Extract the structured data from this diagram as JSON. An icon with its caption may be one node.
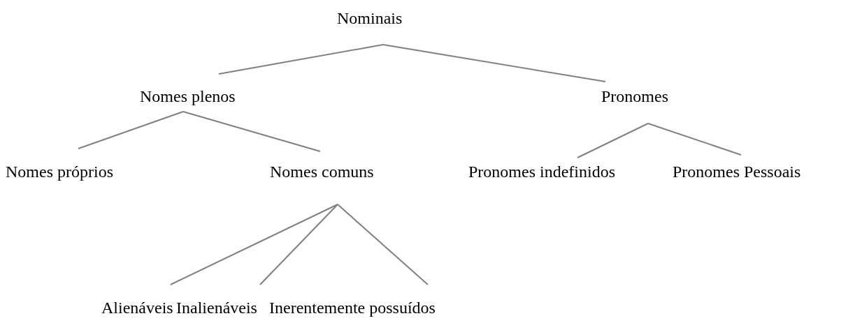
{
  "diagram": {
    "nodes": [
      {
        "text": [
          "Nominais"
        ]
      },
      {
        "text": [
          "Nomes plenos"
        ]
      },
      {
        "text": [
          "Pronomes"
        ]
      },
      {
        "text": [
          "Nomes próprios"
        ]
      },
      {
        "text": [
          "Nomes comuns"
        ]
      },
      {
        "text": [
          "Pronomes indefinidos"
        ]
      },
      {
        "text": [
          "Pronomes Pessoais"
        ]
      },
      {
        "text": [
          "Alienáveis"
        ]
      },
      {
        "text": [
          "Inalienáveis"
        ]
      },
      {
        "text": [
          "Inerentemente possuídos"
        ]
      }
    ],
    "edges": [
      {
        "from": 0,
        "to": 1,
        "arrow": "none"
      },
      {
        "from": 0,
        "to": 2,
        "arrow": "none"
      },
      {
        "from": 1,
        "to": 3,
        "arrow": "none"
      },
      {
        "from": 1,
        "to": 4,
        "arrow": "none"
      },
      {
        "from": 2,
        "to": 5,
        "arrow": "none"
      },
      {
        "from": 2,
        "to": 6,
        "arrow": "none"
      },
      {
        "from": 4,
        "to": 7,
        "arrow": "none"
      },
      {
        "from": 4,
        "to": 8,
        "arrow": "none"
      },
      {
        "from": 4,
        "to": 9,
        "arrow": "none"
      }
    ]
  }
}
